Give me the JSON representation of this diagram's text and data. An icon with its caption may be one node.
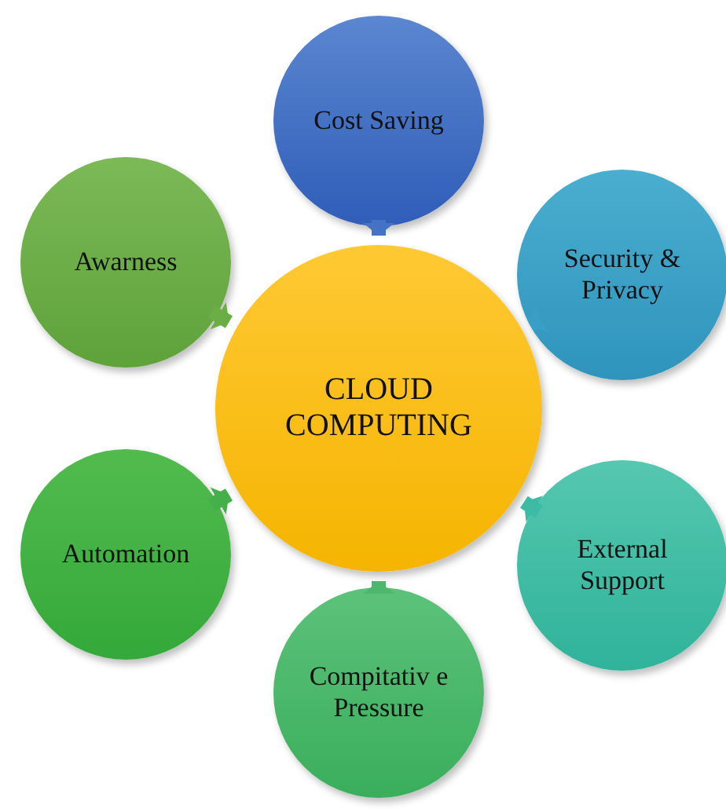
{
  "diagram": {
    "nodes": [
      {
        "text": [
          "Cost Saving"
        ]
      },
      {
        "text": [
          "Awarness"
        ]
      },
      {
        "text": [
          "Security & Privacy"
        ]
      },
      {
        "text": [
          "CLOUD COMPUTING"
        ]
      },
      {
        "text": [
          "Automation"
        ]
      },
      {
        "text": [
          "External Support"
        ]
      },
      {
        "text": [
          "Compitativ e Pressure"
        ]
      }
    ],
    "edges": [
      {
        "from": 0,
        "to": 3,
        "arrow": "to",
        "color": "#4472c4"
      },
      {
        "from": 1,
        "to": 3,
        "arrow": "to",
        "color": "#6aae45"
      },
      {
        "from": 2,
        "to": 3,
        "arrow": "to",
        "color": "#3a9fc6"
      },
      {
        "from": 4,
        "to": 3,
        "arrow": "to",
        "color": "#44b04a"
      },
      {
        "from": 5,
        "to": 3,
        "arrow": "to",
        "color": "#3dbba5"
      },
      {
        "from": 6,
        "to": 3,
        "arrow": "to",
        "color": "#4cb86c"
      }
    ]
  }
}
